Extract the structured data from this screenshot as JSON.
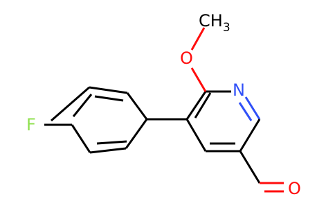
{
  "molecule": {
    "atoms": {
      "fluorine": {
        "label": "F",
        "color": "#90e050"
      },
      "nitrogen": {
        "label": "N",
        "color": "#3050f8"
      },
      "methoxy_oxygen": {
        "label": "O",
        "color": "#ff0d0d"
      },
      "aldehyde_oxygen": {
        "label": "O",
        "color": "#ff0d0d"
      },
      "methyl": {
        "label": "CH",
        "subscript": "3",
        "color": "#000000"
      }
    }
  }
}
